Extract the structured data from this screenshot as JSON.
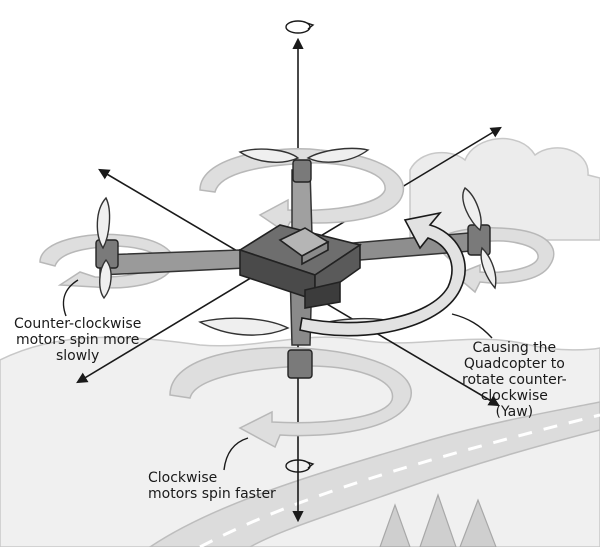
{
  "labels": {
    "ccw_motors": [
      "Counter-clockwise",
      "motors spin more",
      "slowly"
    ],
    "cw_motors": [
      "Clockwise",
      "motors spin faster"
    ],
    "yaw_effect": [
      "Causing the",
      "Quadcopter to",
      "rotate counter-",
      "clockwise",
      "(Yaw)"
    ]
  },
  "colors": {
    "background": "#ffffff",
    "landscape": "#e6e6e6",
    "ghost_arrow": "#d9d9d9",
    "frame": "#8a8a8a",
    "ink": "#1a1a1a"
  },
  "icons": [
    "rotation-icon",
    "yaw-arrow-icon",
    "motor-icon",
    "propeller-icon"
  ]
}
